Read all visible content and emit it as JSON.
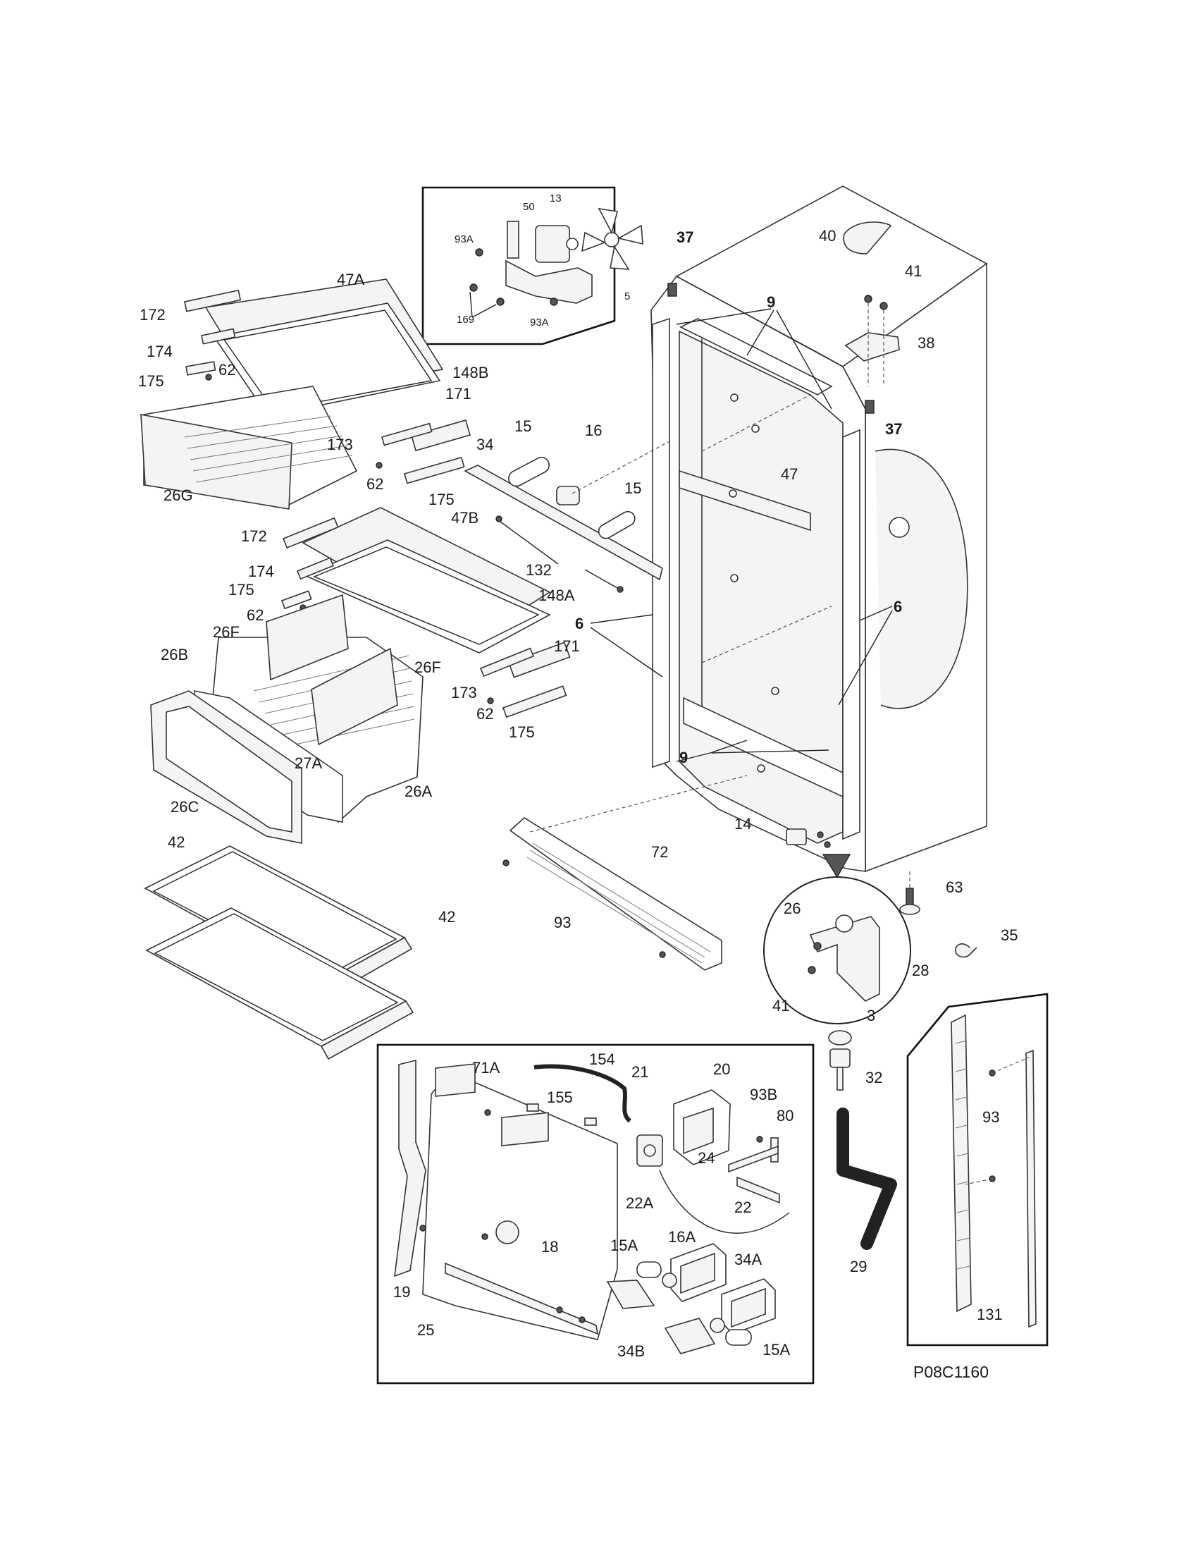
{
  "diagram_code": "P08C1160",
  "groups": {
    "fan_inset": [
      "13",
      "50",
      "93A",
      "5",
      "169",
      "93A"
    ],
    "cabinet": [
      "37",
      "40",
      "41",
      "9",
      "38",
      "37",
      "47",
      "6",
      "6",
      "9"
    ],
    "crisper_top": [
      "47A",
      "172",
      "174",
      "175",
      "62",
      "148B",
      "171",
      "173",
      "62",
      "175",
      "26G"
    ],
    "light_rail": [
      "15",
      "16",
      "34",
      "15",
      "132"
    ],
    "crisper_bottom": [
      "47B",
      "172",
      "174",
      "175",
      "62",
      "148A",
      "26F",
      "26F",
      "26B",
      "171",
      "173",
      "62",
      "175",
      "27A",
      "26A",
      "26C"
    ],
    "shelves": [
      "42",
      "42"
    ],
    "base_grille": [
      "14",
      "72",
      "93",
      "63"
    ],
    "hinge_detail": [
      "26",
      "28",
      "41",
      "35"
    ],
    "leveler": [
      "3",
      "32",
      "29"
    ],
    "rail_inset": [
      "93",
      "131"
    ],
    "control_inset": [
      "154",
      "71A",
      "155",
      "21",
      "20",
      "93B",
      "80",
      "24",
      "22",
      "22A",
      "18",
      "15A",
      "16A",
      "34A",
      "19",
      "25",
      "34B",
      "15A"
    ]
  }
}
